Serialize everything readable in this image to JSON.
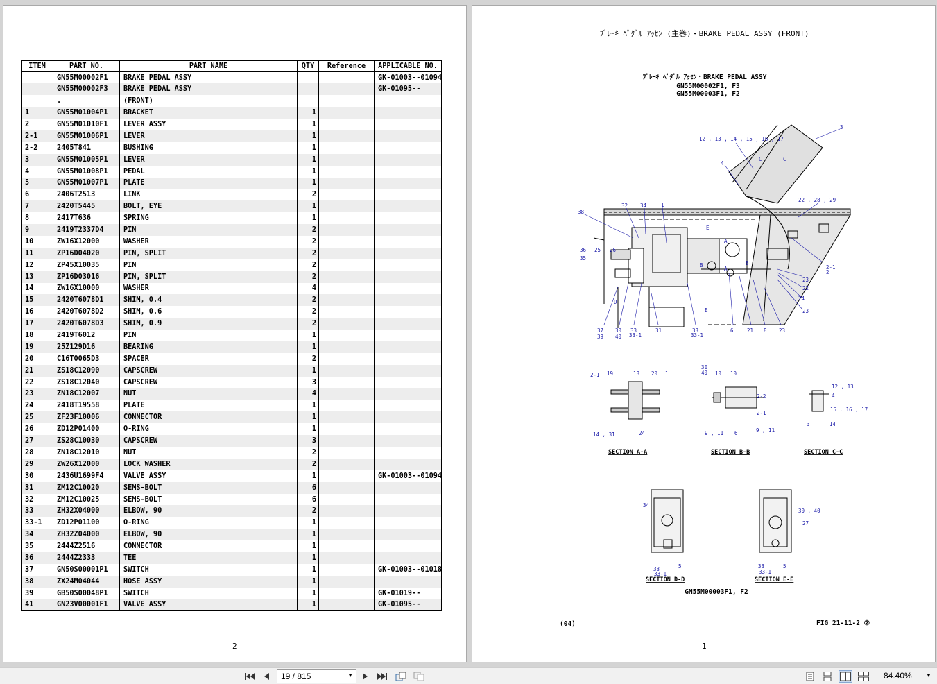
{
  "left_page": {
    "columns": [
      "ITEM",
      "PART NO.",
      "PART NAME",
      "QTY",
      "Reference",
      "APPLICABLE NO."
    ],
    "rows": [
      [
        "",
        "GN55M00002F1",
        "BRAKE PEDAL ASSY",
        "",
        "",
        "GK-01003--01094"
      ],
      [
        "",
        "GN55M00002F3",
        "BRAKE PEDAL ASSY",
        "",
        "",
        "GK-01095--"
      ],
      [
        "",
        ".",
        "(FRONT)",
        "",
        "",
        ""
      ],
      [
        "1",
        "GN55M01004P1",
        "BRACKET",
        "1",
        "",
        ""
      ],
      [
        "2",
        "GN55M01010F1",
        "LEVER ASSY",
        "1",
        "",
        ""
      ],
      [
        "2-1",
        "GN55M01006P1",
        "LEVER",
        "1",
        "",
        ""
      ],
      [
        "2-2",
        "2405T841",
        "BUSHING",
        "1",
        "",
        ""
      ],
      [
        "3",
        "GN55M01005P1",
        "LEVER",
        "1",
        "",
        ""
      ],
      [
        "4",
        "GN55M01008P1",
        "PEDAL",
        "1",
        "",
        ""
      ],
      [
        "5",
        "GN55M01007P1",
        "PLATE",
        "1",
        "",
        ""
      ],
      [
        "6",
        "2406T2513",
        "LINK",
        "2",
        "",
        ""
      ],
      [
        "7",
        "2420T5445",
        "BOLT, EYE",
        "1",
        "",
        ""
      ],
      [
        "8",
        "2417T636",
        "SPRING",
        "1",
        "",
        ""
      ],
      [
        "9",
        "2419T2337D4",
        "PIN",
        "2",
        "",
        ""
      ],
      [
        "10",
        "ZW16X12000",
        "WASHER",
        "2",
        "",
        ""
      ],
      [
        "11",
        "ZP16D04020",
        "PIN, SPLIT",
        "2",
        "",
        ""
      ],
      [
        "12",
        "ZP45X10035",
        "PIN",
        "2",
        "",
        ""
      ],
      [
        "13",
        "ZP16D03016",
        "PIN, SPLIT",
        "2",
        "",
        ""
      ],
      [
        "14",
        "ZW16X10000",
        "WASHER",
        "4",
        "",
        ""
      ],
      [
        "15",
        "2420T6078D1",
        "SHIM, 0.4",
        "2",
        "",
        ""
      ],
      [
        "16",
        "2420T6078D2",
        "SHIM, 0.6",
        "2",
        "",
        ""
      ],
      [
        "17",
        "2420T6078D3",
        "SHIM, 0.9",
        "2",
        "",
        ""
      ],
      [
        "18",
        "2419T6012",
        "PIN",
        "1",
        "",
        ""
      ],
      [
        "19",
        "25Z129D16",
        "BEARING",
        "1",
        "",
        ""
      ],
      [
        "20",
        "C16T0065D3",
        "SPACER",
        "2",
        "",
        ""
      ],
      [
        "21",
        "ZS18C12090",
        "CAPSCREW",
        "1",
        "",
        ""
      ],
      [
        "22",
        "ZS18C12040",
        "CAPSCREW",
        "3",
        "",
        ""
      ],
      [
        "23",
        "ZN18C12007",
        "NUT",
        "4",
        "",
        ""
      ],
      [
        "24",
        "2418T19558",
        "PLATE",
        "1",
        "",
        ""
      ],
      [
        "25",
        "ZF23F10006",
        "CONNECTOR",
        "1",
        "",
        ""
      ],
      [
        "26",
        "ZD12P01400",
        "O-RING",
        "1",
        "",
        ""
      ],
      [
        "27",
        "ZS28C10030",
        "CAPSCREW",
        "3",
        "",
        ""
      ],
      [
        "28",
        "ZN18C12010",
        "NUT",
        "2",
        "",
        ""
      ],
      [
        "29",
        "ZW26X12000",
        "LOCK WASHER",
        "2",
        "",
        ""
      ],
      [
        "30",
        "2436U1699F4",
        "VALVE ASSY",
        "1",
        "",
        "GK-01003--01094"
      ],
      [
        "31",
        "ZM12C10020",
        "SEMS-BOLT",
        "6",
        "",
        ""
      ],
      [
        "32",
        "ZM12C10025",
        "SEMS-BOLT",
        "6",
        "",
        ""
      ],
      [
        "33",
        "ZH32X04000",
        "ELBOW, 90",
        "2",
        "",
        ""
      ],
      [
        "33-1",
        "ZD12P01100",
        "O-RING",
        "1",
        "",
        ""
      ],
      [
        "34",
        "ZH32Z04000",
        "ELBOW, 90",
        "1",
        "",
        ""
      ],
      [
        "35",
        "2444Z2516",
        "CONNECTOR",
        "1",
        "",
        ""
      ],
      [
        "36",
        "2444Z2333",
        "TEE",
        "1",
        "",
        ""
      ],
      [
        "37",
        "GN50S00001P1",
        "SWITCH",
        "1",
        "",
        "GK-01003--01018"
      ],
      [
        "38",
        "ZX24M04044",
        "HOSE ASSY",
        "1",
        "",
        ""
      ],
      [
        "39",
        "GB50S00048P1",
        "SWITCH",
        "1",
        "",
        "GK-01019--"
      ],
      [
        "41",
        "GN23V00001F1",
        "VALVE ASSY",
        "1",
        "",
        "GK-01095--"
      ]
    ],
    "page_number": "2"
  },
  "right_page": {
    "header": "ﾌﾞﾚｰｷ ﾍﾟﾀﾞﾙ ｱｯｾﾝ (主巻)・BRAKE PEDAL ASSY (FRONT)",
    "figure_title": "ﾌﾞﾚｰｷ ﾍﾟﾀﾞﾙ ｱｯｾﾝ・BRAKE PEDAL ASSY",
    "figure_parts_line1": "GN55M00002F1, F3",
    "figure_parts_line2": "GN55M00003F1, F2",
    "callouts": [
      "12 , 13 , 14 , 15 , 16 , 17",
      "3",
      "4",
      "C",
      "C",
      "22 , 28 , 29",
      "38",
      "32",
      "34",
      "1",
      "E",
      "A",
      "36",
      "35",
      "25",
      "26",
      "B",
      "B",
      "A",
      "2-1",
      "2",
      "23",
      "22",
      "24",
      "23",
      "D",
      "E",
      "37",
      "39",
      "30",
      "40",
      "33",
      "33-1",
      "31",
      "33",
      "33-1",
      "6",
      "21",
      "8",
      "23"
    ],
    "section_labels": [
      "SECTION A-A",
      "SECTION B-B",
      "SECTION C-C",
      "SECTION D-D",
      "SECTION E-E"
    ],
    "section_aa_callouts": [
      "2-1",
      "19",
      "18",
      "20",
      "1",
      "14 , 31",
      "24"
    ],
    "section_bb_callouts": [
      "30",
      "40",
      "10",
      "10",
      "2-2",
      "2-1",
      "9 , 11",
      "6",
      "9 , 11"
    ],
    "section_cc_callouts": [
      "12 , 13",
      "4",
      "15 , 16 , 17",
      "3",
      "14"
    ],
    "section_dd_callouts": [
      "34",
      "33",
      "33-1",
      "5"
    ],
    "section_ee_callouts": [
      "30 , 40",
      "27",
      "33",
      "33-1",
      "5"
    ],
    "bottom_model": "GN55M00003F1, F2",
    "footer_left": "(04)",
    "footer_right": "FIG 21-11-2 ②",
    "page_number": "1"
  },
  "toolbar": {
    "page_field": "19 / 815",
    "zoom": "84.40%"
  },
  "colors": {
    "callout": "#1a1aa8",
    "background": "#d4d4d4"
  }
}
